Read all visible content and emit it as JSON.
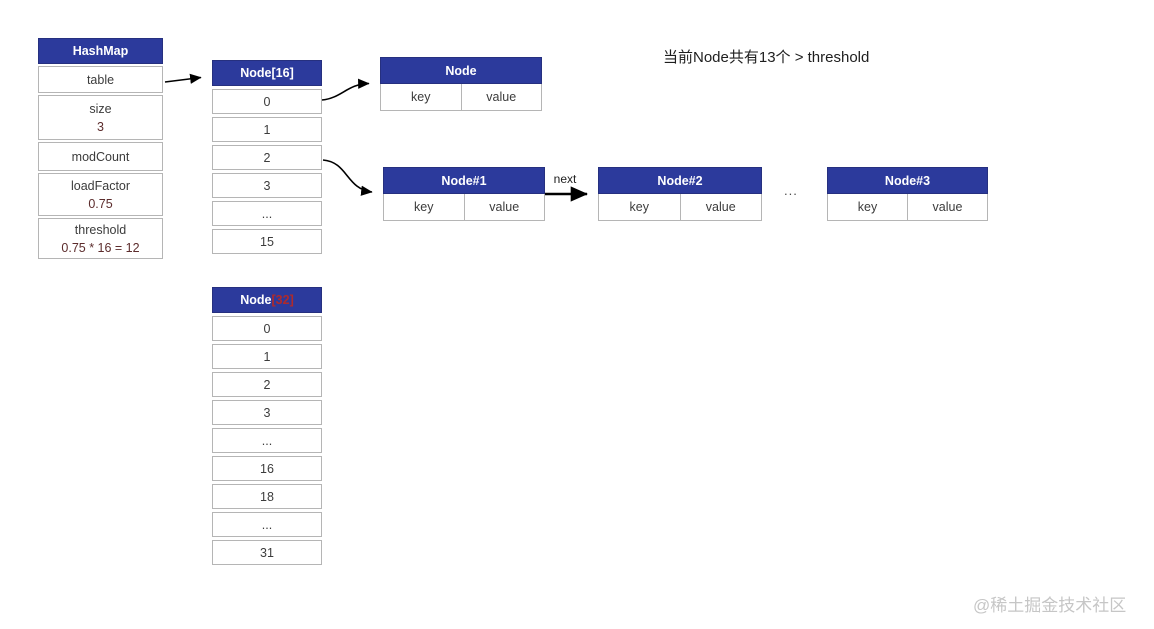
{
  "colors": {
    "header-bg": "#2c3a9c",
    "header-text": "#ffffff",
    "index-highlight": "#b02a2a",
    "cell-border": "#b5b5b5",
    "label-text": "#3c3c3c",
    "value-text": "#5c2c2c",
    "arrow": "#000000",
    "watermark": "#c6c6c6"
  },
  "annotation": {
    "text": "当前Node共有13个 > threshold"
  },
  "watermark": {
    "text": "@稀土掘金技术社区"
  },
  "hashmap": {
    "title": "HashMap",
    "rows": [
      {
        "label": "table",
        "value": ""
      },
      {
        "label": "size",
        "value": "3"
      },
      {
        "label": "modCount",
        "value": ""
      },
      {
        "label": "loadFactor",
        "value": "0.75"
      },
      {
        "label": "threshold",
        "value": "0.75 * 16 = 12"
      }
    ]
  },
  "array16": {
    "title_prefix": "Node",
    "title_index": "[16]",
    "cells": [
      "0",
      "1",
      "2",
      "3",
      "...",
      "15"
    ]
  },
  "array32": {
    "title_prefix": "Node",
    "title_index": "[32]",
    "cells": [
      "0",
      "1",
      "2",
      "3",
      "...",
      "16",
      "18",
      "...",
      "31"
    ]
  },
  "node_bucket0": {
    "title": "Node",
    "key_label": "key",
    "value_label": "value"
  },
  "node1": {
    "title": "Node#1",
    "key_label": "key",
    "value_label": "value"
  },
  "node2": {
    "title": "Node#2",
    "key_label": "key",
    "value_label": "value"
  },
  "node3": {
    "title": "Node#3",
    "key_label": "key",
    "value_label": "value"
  },
  "labels": {
    "next": "next",
    "ellipsis": "..."
  }
}
